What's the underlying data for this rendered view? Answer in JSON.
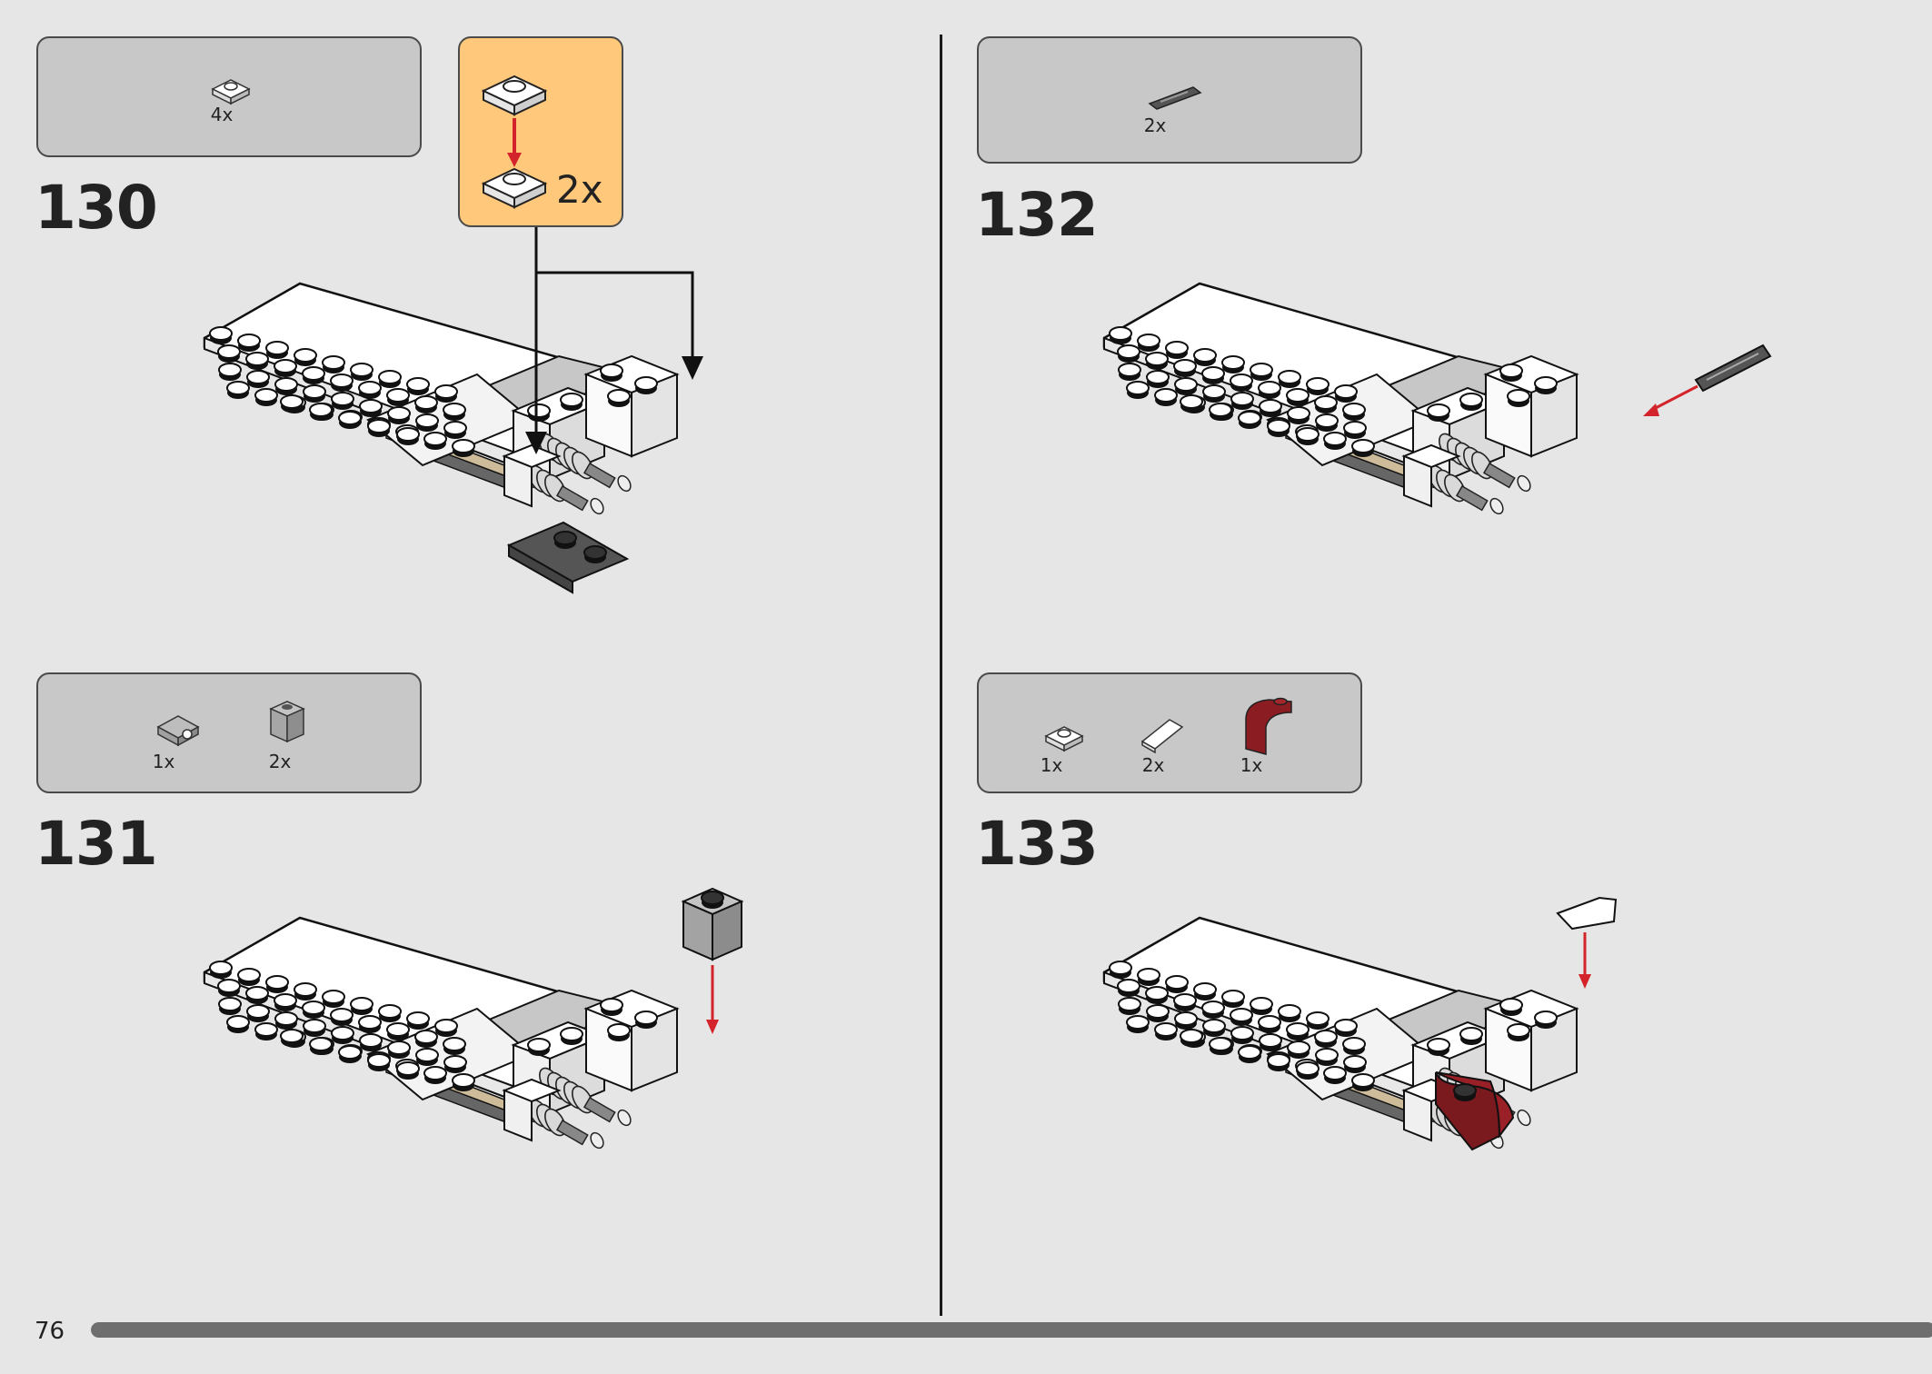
{
  "page": {
    "number": "76",
    "progress": 1.0
  },
  "steps": [
    {
      "number": "130",
      "parts": [
        {
          "qty": "4x",
          "icon": "white-plate-1x1-icon"
        }
      ],
      "sub_assembly": {
        "qty": "2x"
      }
    },
    {
      "number": "131",
      "parts": [
        {
          "qty": "1x",
          "icon": "gray-bracket-icon"
        },
        {
          "qty": "2x",
          "icon": "gray-brick-1x1-icon"
        }
      ]
    },
    {
      "number": "132",
      "parts": [
        {
          "qty": "2x",
          "icon": "dark-gray-bar-icon"
        }
      ]
    },
    {
      "number": "133",
      "parts": [
        {
          "qty": "1x",
          "icon": "white-plate-1x1-icon"
        },
        {
          "qty": "2x",
          "icon": "white-slope-icon"
        },
        {
          "qty": "1x",
          "icon": "dark-red-curved-brick-icon"
        }
      ]
    }
  ],
  "colors": {
    "background": "#e6e6e6",
    "parts_box": "#c8c8c8",
    "sub_assembly_box": "#ffc87a",
    "arrow_red": "#d4242b",
    "brick_white": "#ffffff",
    "brick_dark_red": "#8b1c22"
  }
}
